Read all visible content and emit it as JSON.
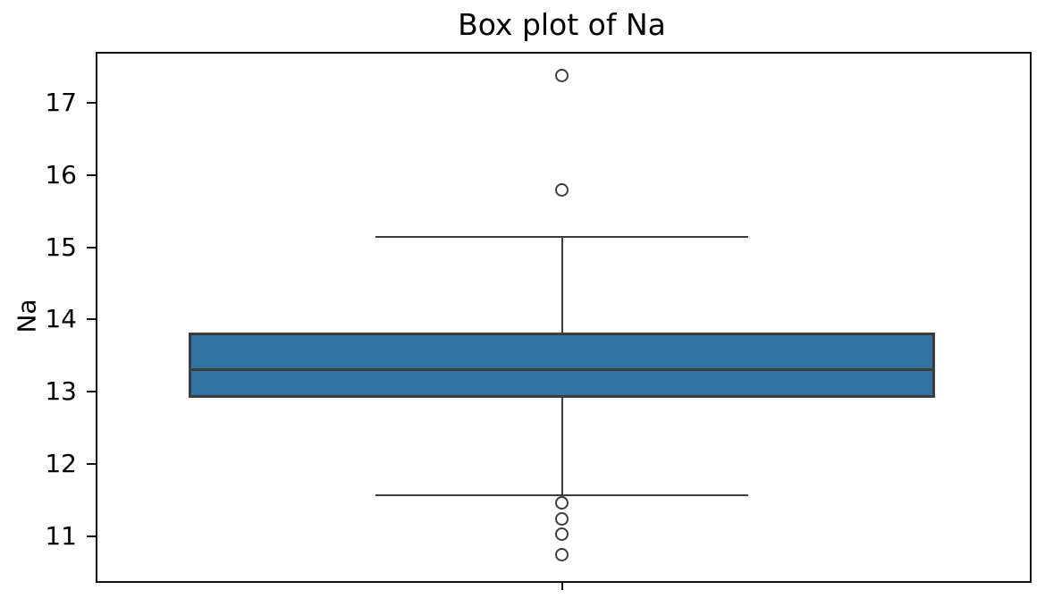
{
  "chart_data": {
    "type": "box",
    "title": "Box plot of Na",
    "ylabel": "Na",
    "xlabel": "",
    "ylim": [
      10.4,
      17.71
    ],
    "yticks": [
      11,
      12,
      13,
      14,
      15,
      16,
      17
    ],
    "grid": false,
    "orientation": "vertical",
    "series": [
      {
        "name": "Na",
        "q1": 12.91,
        "median": 13.3,
        "q3": 13.82,
        "whisker_low": 11.56,
        "whisker_high": 15.15,
        "outliers": [
          17.38,
          15.79,
          11.45,
          11.23,
          11.02,
          10.73
        ]
      }
    ],
    "colors": {
      "box_fill": "#3274a1",
      "box_line": "#3d3d3d",
      "axis_line": "#111111",
      "text": "#000000",
      "background": "#ffffff"
    }
  }
}
